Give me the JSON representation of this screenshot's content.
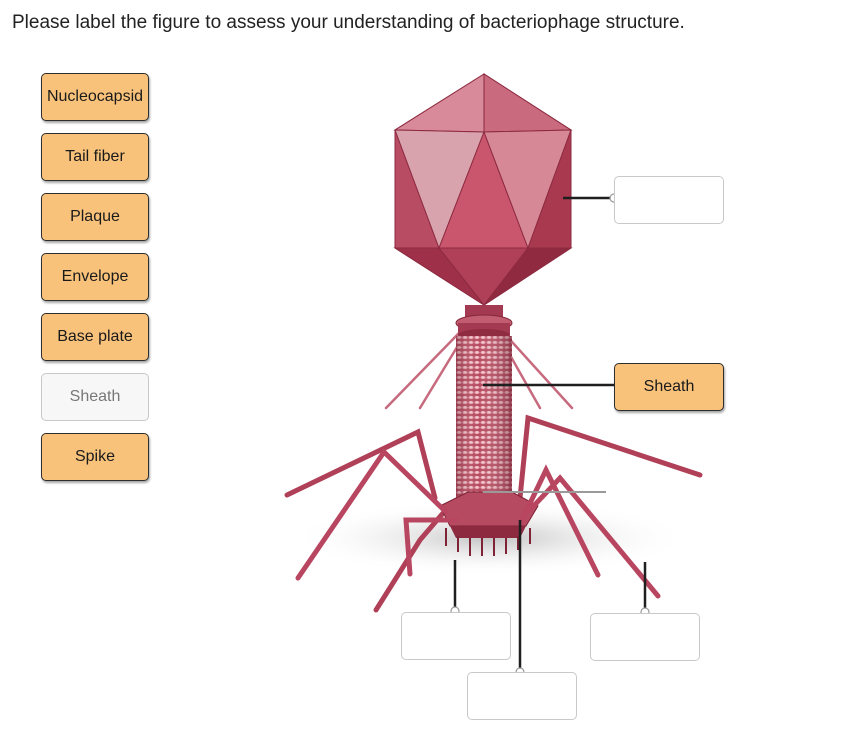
{
  "instruction": "Please label the figure to assess your understanding of bacteriophage structure.",
  "word_bank": [
    {
      "label": "Nucleocapsid",
      "used": false
    },
    {
      "label": "Tail fiber",
      "used": false
    },
    {
      "label": "Plaque",
      "used": false
    },
    {
      "label": "Envelope",
      "used": false
    },
    {
      "label": "Base plate",
      "used": false
    },
    {
      "label": "Sheath",
      "used": true
    },
    {
      "label": "Spike",
      "used": false
    }
  ],
  "drop_targets": {
    "head": "",
    "sheath": "Sheath",
    "base_left": "",
    "base_center": "",
    "base_right": ""
  },
  "colors": {
    "chip": "#f8c27b",
    "phage": "#b4445a"
  }
}
